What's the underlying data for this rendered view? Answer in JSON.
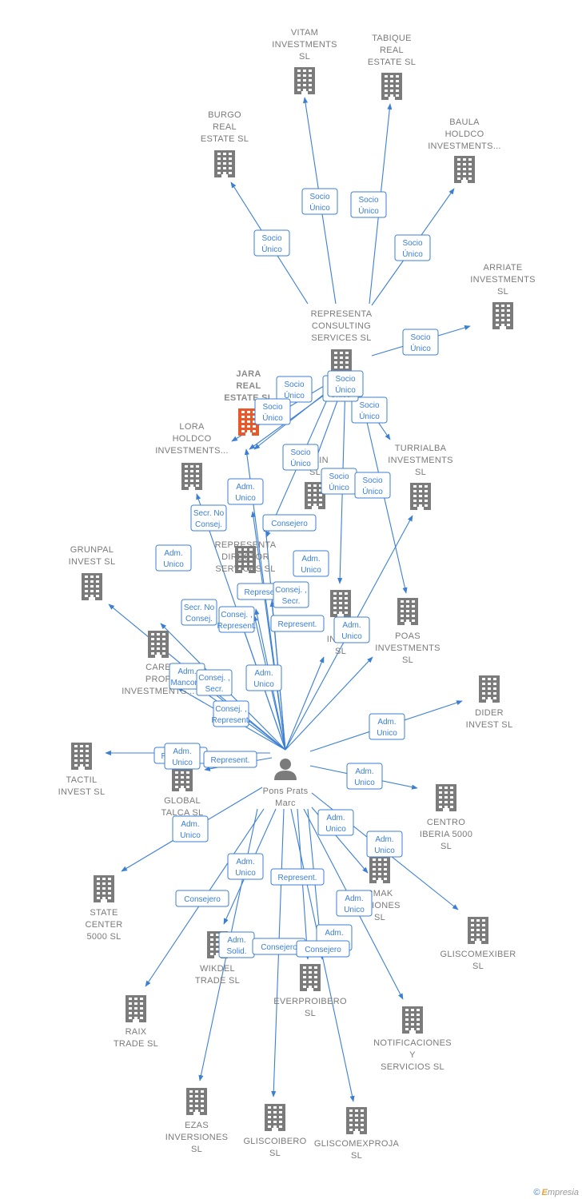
{
  "nodes": [
    {
      "id": "vitam",
      "label": [
        "VITAM",
        "INVESTMENTS",
        "SL"
      ],
      "icon": "building-icon"
    },
    {
      "id": "tabique",
      "label": [
        "TABIQUE",
        "REAL",
        "ESTATE  SL"
      ],
      "icon": "building-icon"
    },
    {
      "id": "burgo",
      "label": [
        "BURGO",
        "REAL",
        "ESTATE  SL"
      ],
      "icon": "building-icon"
    },
    {
      "id": "baula",
      "label": [
        "BAULA",
        "HOLDCO",
        "INVESTMENTS..."
      ],
      "icon": "building-icon"
    },
    {
      "id": "arriate",
      "label": [
        "ARRIATE",
        "INVESTMENTS",
        "SL"
      ],
      "icon": "building-icon"
    },
    {
      "id": "representa_consulting",
      "label": [
        "REPRESENTA",
        "CONSULTING",
        "SERVICES  SL"
      ],
      "icon": "building-icon"
    },
    {
      "id": "jara",
      "label": [
        "JARA",
        "REAL",
        "ESTATE  SL"
      ],
      "icon": "building-icon",
      "highlight": true
    },
    {
      "id": "lora",
      "label": [
        "LORA",
        "HOLDCO",
        "INVESTMENTS..."
      ],
      "icon": "building-icon"
    },
    {
      "id": "spain",
      "label": [
        "SPAIN",
        "SL"
      ],
      "icon": "building-icon"
    },
    {
      "id": "turrialba",
      "label": [
        "TURRIALBA",
        "INVESTMENTS",
        "SL"
      ],
      "icon": "building-icon"
    },
    {
      "id": "grunpal",
      "label": [
        "GRUNPAL",
        "INVEST  SL"
      ],
      "icon": "building-icon"
    },
    {
      "id": "representa_director",
      "label": [
        "REPRESENTA",
        "DIRECTOR",
        "SERVICES  SL"
      ],
      "icon": "building-icon"
    },
    {
      "id": "inves",
      "label": [
        "INVES",
        "SL"
      ],
      "icon": "building-icon"
    },
    {
      "id": "poas",
      "label": [
        "POAS",
        "INVESTMENTS",
        "SL"
      ],
      "icon": "building-icon"
    },
    {
      "id": "care",
      "label": [
        "CARE",
        "PROP",
        "INVESTMENTS..."
      ],
      "icon": "building-icon"
    },
    {
      "id": "dider",
      "label": [
        "DIDER",
        "INVEST  SL"
      ],
      "icon": "building-icon"
    },
    {
      "id": "tactil",
      "label": [
        "TACTIL",
        "INVEST  SL"
      ],
      "icon": "building-icon"
    },
    {
      "id": "global",
      "label": [
        "GLOBAL",
        "TALCA  SL"
      ],
      "icon": "building-icon"
    },
    {
      "id": "centro",
      "label": [
        "CENTRO",
        "IBERIA 5000",
        "SL"
      ],
      "icon": "building-icon"
    },
    {
      "id": "state",
      "label": [
        "STATE",
        "CENTER",
        "5000  SL"
      ],
      "icon": "building-icon"
    },
    {
      "id": "ormak",
      "label": [
        "RMAK",
        "RSIONES",
        "SL"
      ],
      "icon": "building-icon"
    },
    {
      "id": "wikdel",
      "label": [
        "WIKDEL",
        "TRADE  SL"
      ],
      "icon": "building-icon"
    },
    {
      "id": "gliscomexiber",
      "label": [
        "GLISCOMEXIBER",
        "SL"
      ],
      "icon": "building-icon"
    },
    {
      "id": "everproibero",
      "label": [
        "EVERPROIBERO",
        "SL"
      ],
      "icon": "building-icon"
    },
    {
      "id": "raix",
      "label": [
        "RAIX",
        "TRADE  SL"
      ],
      "icon": "building-icon"
    },
    {
      "id": "notificaciones",
      "label": [
        "NOTIFICACIONES",
        "Y",
        "SERVICIOS  SL"
      ],
      "icon": "building-icon"
    },
    {
      "id": "ezas",
      "label": [
        "EZAS",
        "INVERSIONES",
        "SL"
      ],
      "icon": "building-icon"
    },
    {
      "id": "gliscoibero",
      "label": [
        "GLISCOIBERO",
        "SL"
      ],
      "icon": "building-icon"
    },
    {
      "id": "gliscomexproja",
      "label": [
        "GLISCOMEXPROJA",
        "SL"
      ],
      "icon": "building-icon"
    },
    {
      "id": "person",
      "label": [
        "Pons Prats",
        "Marc"
      ],
      "icon": "person-icon"
    }
  ],
  "relations": [
    [
      "Socio",
      "Único"
    ],
    [
      "Socio",
      "Único"
    ],
    [
      "Socio",
      "Único"
    ],
    [
      "Socio",
      "Único"
    ],
    [
      "Socio",
      "Único"
    ],
    [
      "Socio",
      "Único"
    ],
    [
      "Socio",
      "Único"
    ],
    [
      "Socio",
      "Único"
    ],
    [
      "Socio",
      "Único"
    ],
    [
      "Socio",
      "Único"
    ],
    [
      "Socio",
      "Único"
    ],
    [
      "Socio",
      "Único"
    ],
    [
      "Socio",
      "Único"
    ],
    [
      "Adm.",
      "Unico"
    ],
    [
      "Secr.  No",
      "Consej."
    ],
    [
      "Consejero"
    ],
    [
      "Adm.",
      "Unico"
    ],
    [
      "Represent."
    ],
    [
      "Consej. ,",
      "Secr."
    ],
    [
      "Secr.  No",
      "Consej."
    ],
    [
      "Consej. ,",
      "Represent."
    ],
    [
      "Represent."
    ],
    [
      "Adm.",
      "Unico"
    ],
    [
      "Adm.",
      "Mancom."
    ],
    [
      "Consej. ,",
      "Secr."
    ],
    [
      "Adm.",
      "Unico"
    ],
    [
      "Represent."
    ],
    [
      "Adm.",
      "Unico"
    ],
    [
      "Consej. ,",
      "Represent."
    ],
    [
      "Adm.",
      "Unico"
    ],
    [
      "Adm.",
      "Unico"
    ],
    [
      "Represent."
    ],
    [
      "Adm.",
      "Unico"
    ],
    [
      "Adm.",
      "Unico"
    ],
    [
      "Adm.",
      "Unico"
    ],
    [
      "Consejero"
    ],
    [
      "Adm.",
      "Unico"
    ],
    [
      "Represent."
    ],
    [
      "Adm.",
      "Unico"
    ],
    [
      "Adm.",
      "Unico"
    ],
    [
      "Adm.",
      "Solid."
    ],
    [
      "Consejero"
    ],
    [
      "Adm.",
      "Unico"
    ],
    [
      "Consejero"
    ]
  ],
  "footer": {
    "copyright": "©",
    "brand_e": "E",
    "brand_rest": "mpresia"
  },
  "colors": {
    "edge": "#3b7fd4",
    "building": "#7b7b7b",
    "highlight": "#e8582a"
  }
}
